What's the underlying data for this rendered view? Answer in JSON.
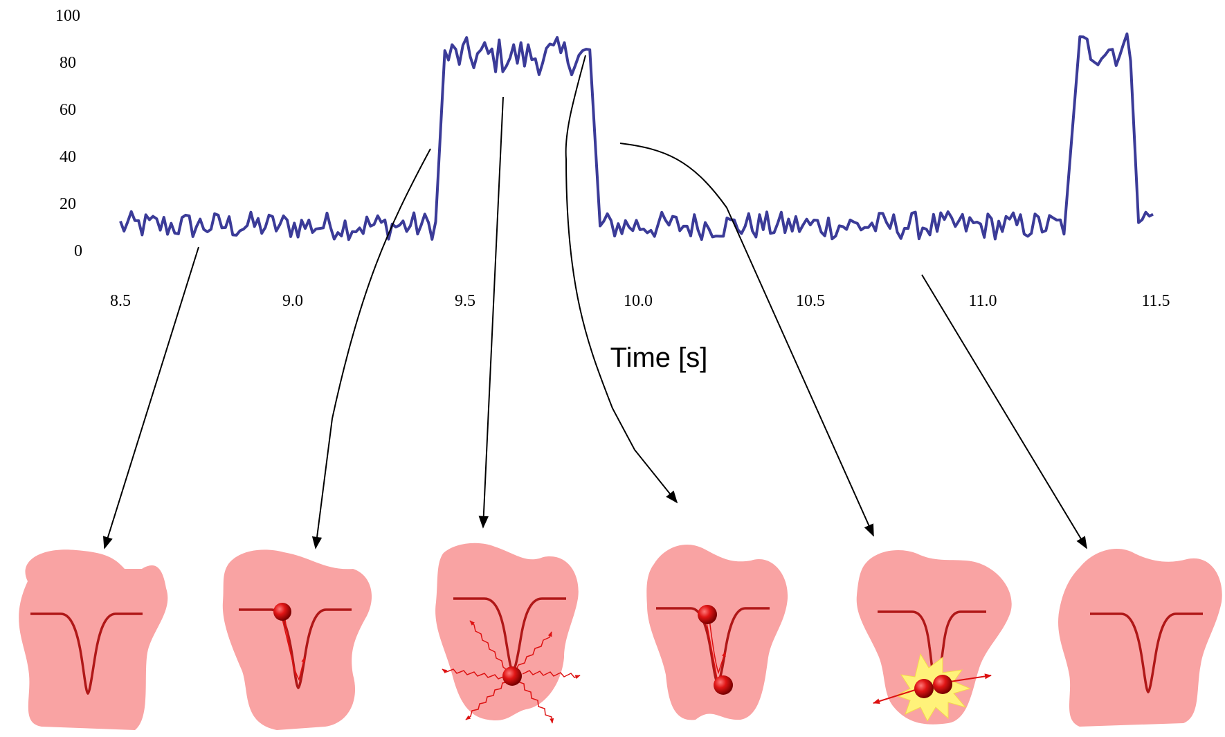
{
  "chart_data": {
    "type": "line",
    "title": "",
    "xlabel": "Time [s]",
    "ylabel": "",
    "xlim": [
      8.45,
      11.55
    ],
    "ylim": [
      0,
      100
    ],
    "grid": false,
    "y_ticks": [
      "0",
      "20",
      "40",
      "60",
      "80",
      "100"
    ],
    "x_ticks": [
      "8.5",
      "9.0",
      "9.5",
      "10.0",
      "10.5",
      "11.0",
      "11.5"
    ],
    "series": [
      {
        "color": "#3b3b98",
        "segments": [
          {
            "t_start": 8.5,
            "t_end": 9.42,
            "level": "low",
            "mean": 10,
            "noise": 6
          },
          {
            "t_start": 9.44,
            "t_end": 9.87,
            "level": "high",
            "mean": 82,
            "noise": 8
          },
          {
            "t_start": 9.89,
            "t_end": 11.24,
            "level": "low",
            "mean": 10,
            "noise": 6
          },
          {
            "t_start": 11.28,
            "t_end": 11.43,
            "level": "high",
            "mean": 85,
            "noise": 8
          },
          {
            "t_start": 11.45,
            "t_end": 11.5,
            "level": "low",
            "mean": 14,
            "noise": 3
          }
        ]
      }
    ],
    "annotations": [
      {
        "from_time": 8.72,
        "panel": 1,
        "depicts": "empty potential well"
      },
      {
        "from_time": 9.37,
        "panel": 2,
        "depicts": "particle entering well"
      },
      {
        "from_time": 9.61,
        "panel": 3,
        "depicts": "trapped particle emitting radiation"
      },
      {
        "from_time": 9.85,
        "panel": 4,
        "depicts": "second particle entering well"
      },
      {
        "from_time": 9.95,
        "panel": 5,
        "depicts": "collision ejecting particles"
      },
      {
        "from_time": 10.8,
        "panel": 6,
        "depicts": "empty potential well"
      }
    ]
  },
  "colors": {
    "trace": "#3b3b98",
    "blob": "#f9a3a3",
    "well": "#b01818",
    "particle": "#dd1111",
    "flash": "#fff27a"
  }
}
